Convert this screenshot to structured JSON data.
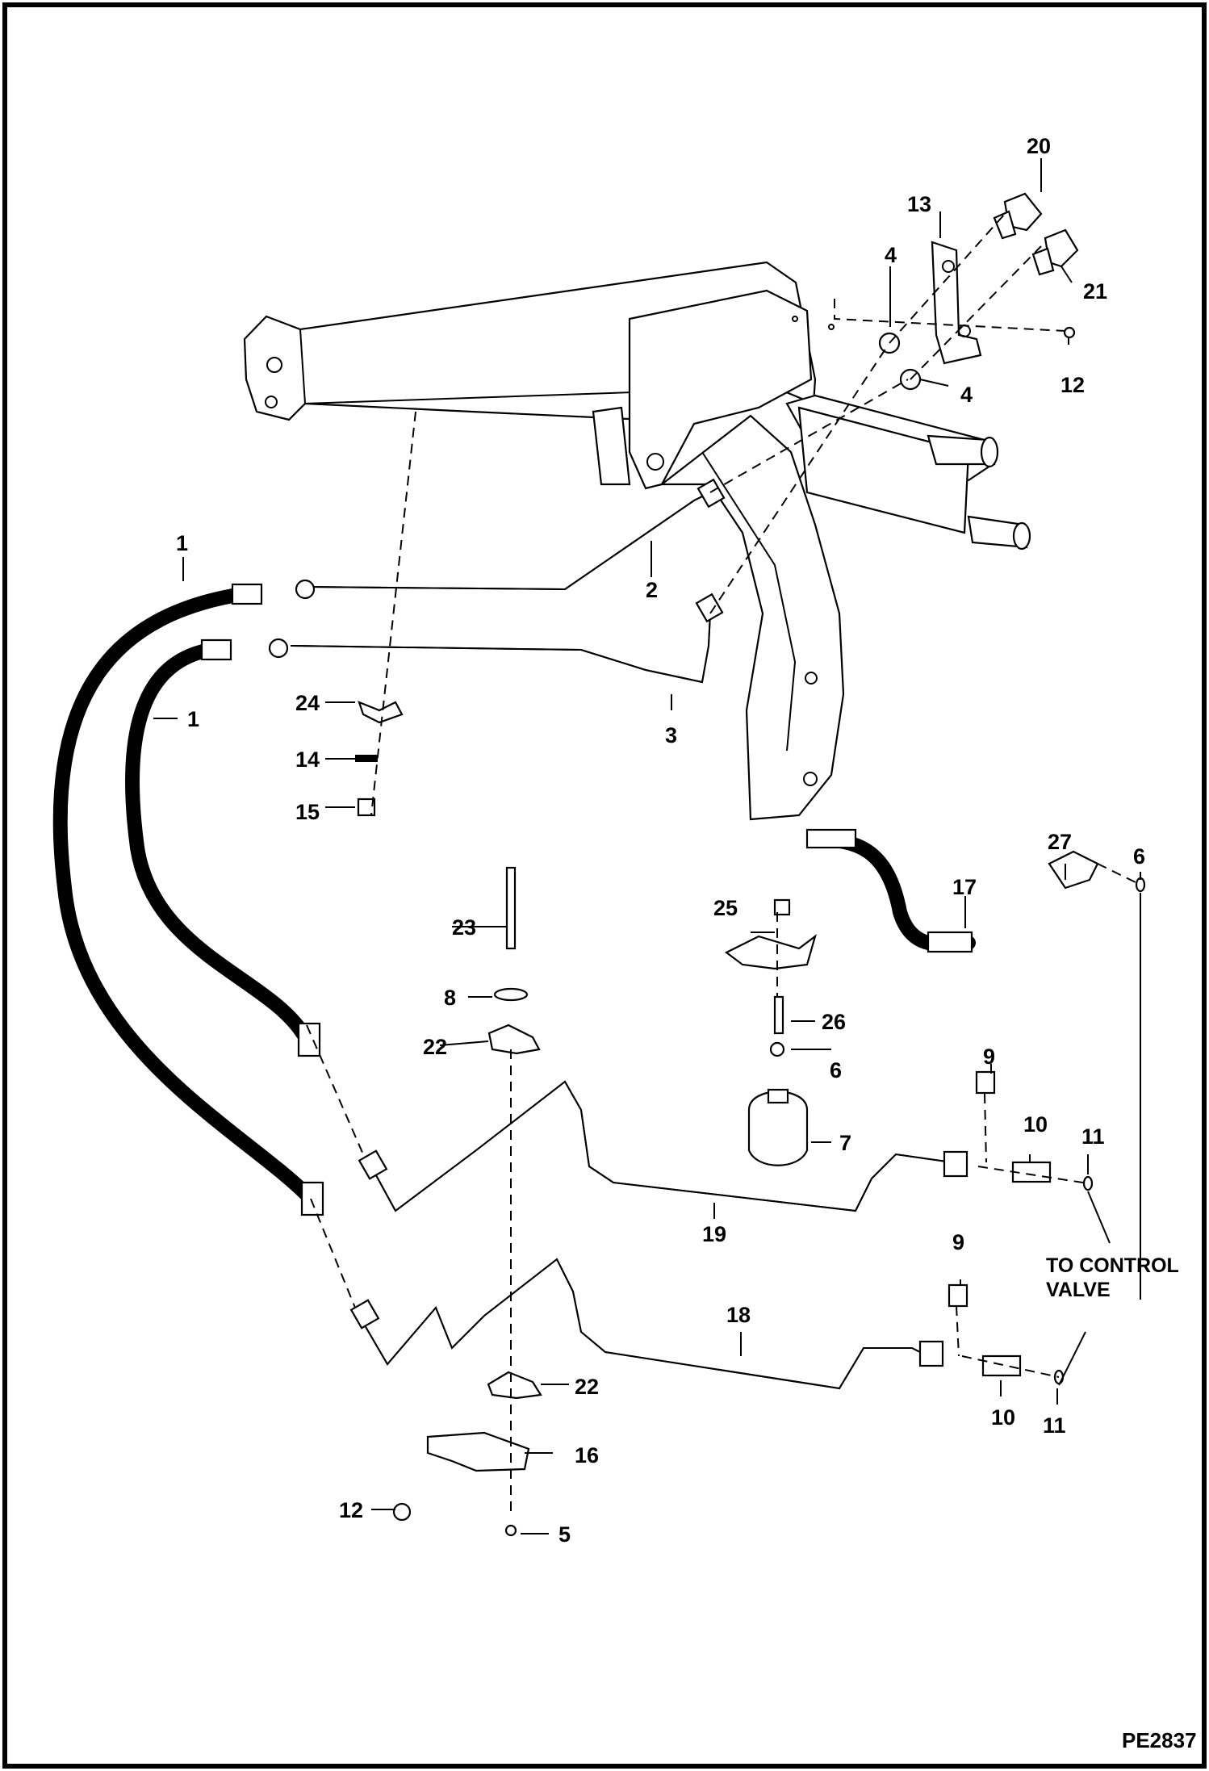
{
  "figure_code": "PE2837",
  "note": {
    "line1": "TO CONTROL",
    "line2": "VALVE"
  },
  "callouts": [
    {
      "id": "c1a",
      "text": "1"
    },
    {
      "id": "c1b",
      "text": "1"
    },
    {
      "id": "c2",
      "text": "2"
    },
    {
      "id": "c3",
      "text": "3"
    },
    {
      "id": "c4a",
      "text": "4"
    },
    {
      "id": "c4b",
      "text": "4"
    },
    {
      "id": "c5",
      "text": "5"
    },
    {
      "id": "c6a",
      "text": "6"
    },
    {
      "id": "c6b",
      "text": "6"
    },
    {
      "id": "c7",
      "text": "7"
    },
    {
      "id": "c8",
      "text": "8"
    },
    {
      "id": "c9a",
      "text": "9"
    },
    {
      "id": "c9b",
      "text": "9"
    },
    {
      "id": "c10a",
      "text": "10"
    },
    {
      "id": "c10b",
      "text": "10"
    },
    {
      "id": "c11a",
      "text": "11"
    },
    {
      "id": "c11b",
      "text": "11"
    },
    {
      "id": "c12a",
      "text": "12"
    },
    {
      "id": "c12b",
      "text": "12"
    },
    {
      "id": "c13",
      "text": "13"
    },
    {
      "id": "c14",
      "text": "14"
    },
    {
      "id": "c15",
      "text": "15"
    },
    {
      "id": "c16",
      "text": "16"
    },
    {
      "id": "c17",
      "text": "17"
    },
    {
      "id": "c18",
      "text": "18"
    },
    {
      "id": "c19",
      "text": "19"
    },
    {
      "id": "c20",
      "text": "20"
    },
    {
      "id": "c21",
      "text": "21"
    },
    {
      "id": "c22a",
      "text": "22"
    },
    {
      "id": "c22b",
      "text": "22"
    },
    {
      "id": "c23",
      "text": "23"
    },
    {
      "id": "c24",
      "text": "24"
    },
    {
      "id": "c25",
      "text": "25"
    },
    {
      "id": "c26",
      "text": "26"
    },
    {
      "id": "c27",
      "text": "27"
    }
  ]
}
